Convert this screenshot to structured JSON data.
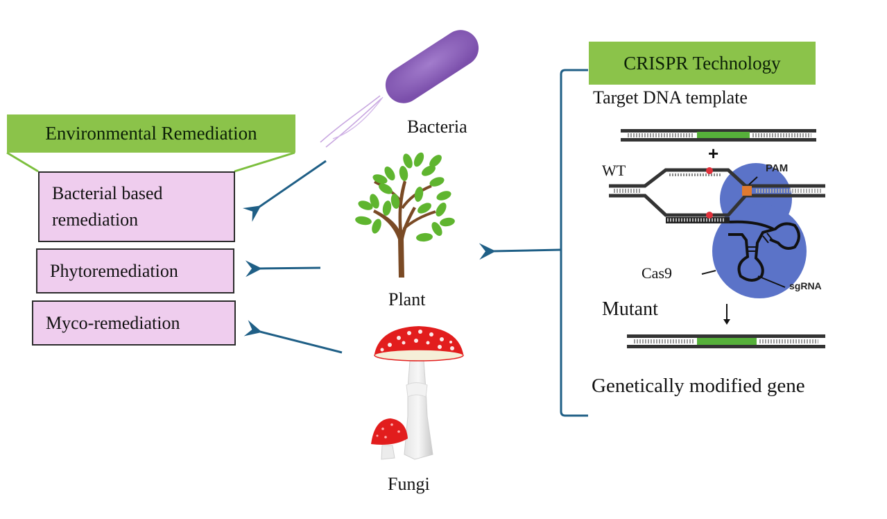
{
  "left_panel": {
    "header": "Environmental Remediation",
    "items": [
      {
        "label": "Bacterial based remediation",
        "line1": "Bacterial based",
        "line2": "remediation"
      },
      {
        "label": "Phytoremediation"
      },
      {
        "label": "Myco-remediation"
      }
    ]
  },
  "organisms": [
    {
      "name": "Bacteria",
      "icon": "bacterium-icon"
    },
    {
      "name": "Plant",
      "icon": "tree-icon"
    },
    {
      "name": "Fungi",
      "icon": "mushroom-icon"
    }
  ],
  "crispr_panel": {
    "header": "CRISPR Technology",
    "target_label": "Target DNA template",
    "plus_sign": "+",
    "wt_label": "WT",
    "pam_label": "PAM",
    "cas9_label": "Cas9",
    "sgrna_label": "sgRNA",
    "mutant_label": "Mutant",
    "result_label": "Genetically modified gene"
  },
  "colors": {
    "header_green": "#8bc34a",
    "box_pink": "#efcdee",
    "arrow_blue": "#1f5f86",
    "cas9_blue": "#5b73c8",
    "insert_green": "#56b03a",
    "bacteria_purple": "#8a5bb5",
    "mushroom_red": "#e02020",
    "pam_orange": "#e07a30"
  }
}
